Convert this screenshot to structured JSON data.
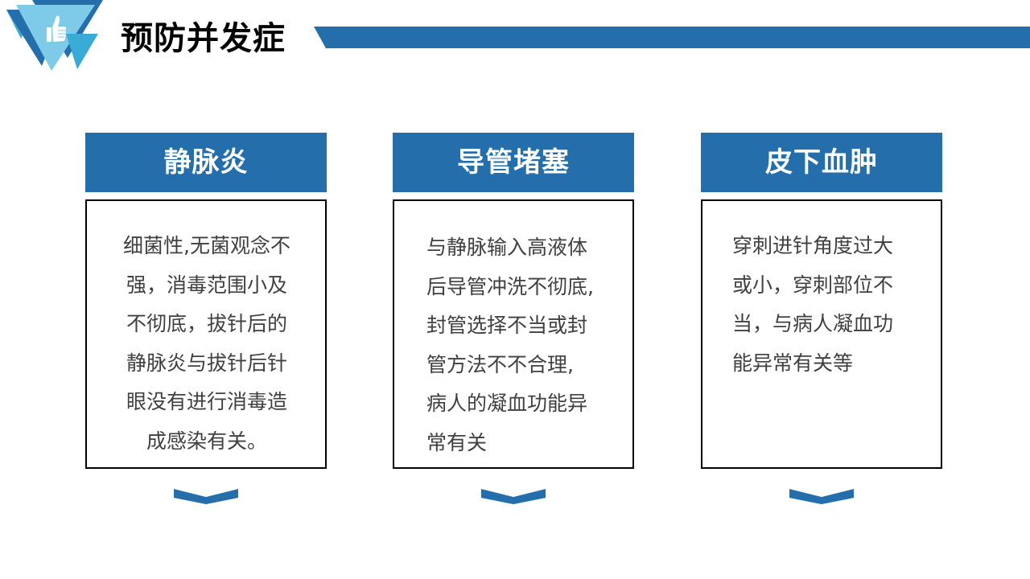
{
  "header": {
    "title": "预防并发症",
    "logo_icon": "thumbs-up-icon",
    "accent_color": "#236eab"
  },
  "cards": [
    {
      "title": "静脉炎",
      "lines": [
        "细菌性,无菌观念不",
        "强，消毒范围小及",
        "不彻底，拔针后的",
        "静脉炎与拔针后针",
        "眼没有进行消毒造",
        "成感染有关。"
      ]
    },
    {
      "title": "导管堵塞",
      "lines": [
        "与静脉输入高液体",
        "后导管冲洗不彻底,",
        "封管选择不当或封",
        "管方法不不合理,",
        "病人的凝血功能异",
        "常有关"
      ]
    },
    {
      "title": "皮下血肿",
      "lines": [
        "穿刺进针角度过大",
        "或小，穿刺部位不",
        "当，与病人凝血功",
        "能异常有关等"
      ]
    }
  ],
  "colors": {
    "primary": "#236eab",
    "light": "#7dcbe8",
    "mid": "#3aaad7",
    "text": "#404040"
  }
}
